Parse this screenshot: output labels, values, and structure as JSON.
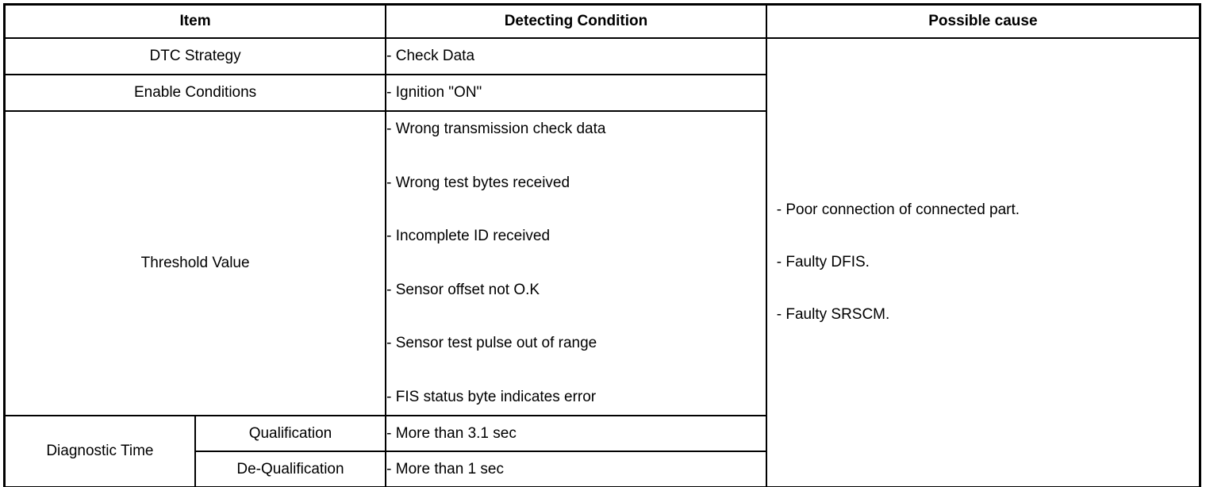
{
  "table": {
    "headers": {
      "item": "Item",
      "detecting_condition": "Detecting Condition",
      "possible_cause": "Possible cause"
    },
    "rows": {
      "dtc_strategy": {
        "label": "DTC Strategy",
        "condition": "- Check Data"
      },
      "enable_conditions": {
        "label": "Enable Conditions",
        "condition": "- Ignition \"ON\""
      },
      "threshold_value": {
        "label": "Threshold Value",
        "conditions": [
          "- Wrong transmission check data",
          "- Wrong test bytes received",
          "- Incomplete ID received",
          "- Sensor offset not O.K",
          "- Sensor test pulse out of range",
          "- FIS status byte indicates error"
        ]
      },
      "diagnostic_time": {
        "label": "Diagnostic Time",
        "qualification": {
          "label": "Qualification",
          "condition": "- More than 3.1 sec"
        },
        "de_qualification": {
          "label": "De-Qualification",
          "condition": "- More than 1 sec"
        }
      }
    },
    "possible_causes": [
      "- Poor connection of connected part.",
      "- Faulty DFIS.",
      "- Faulty SRSCM."
    ],
    "colors": {
      "border": "#000000",
      "text": "#000000",
      "background": "#ffffff"
    }
  }
}
